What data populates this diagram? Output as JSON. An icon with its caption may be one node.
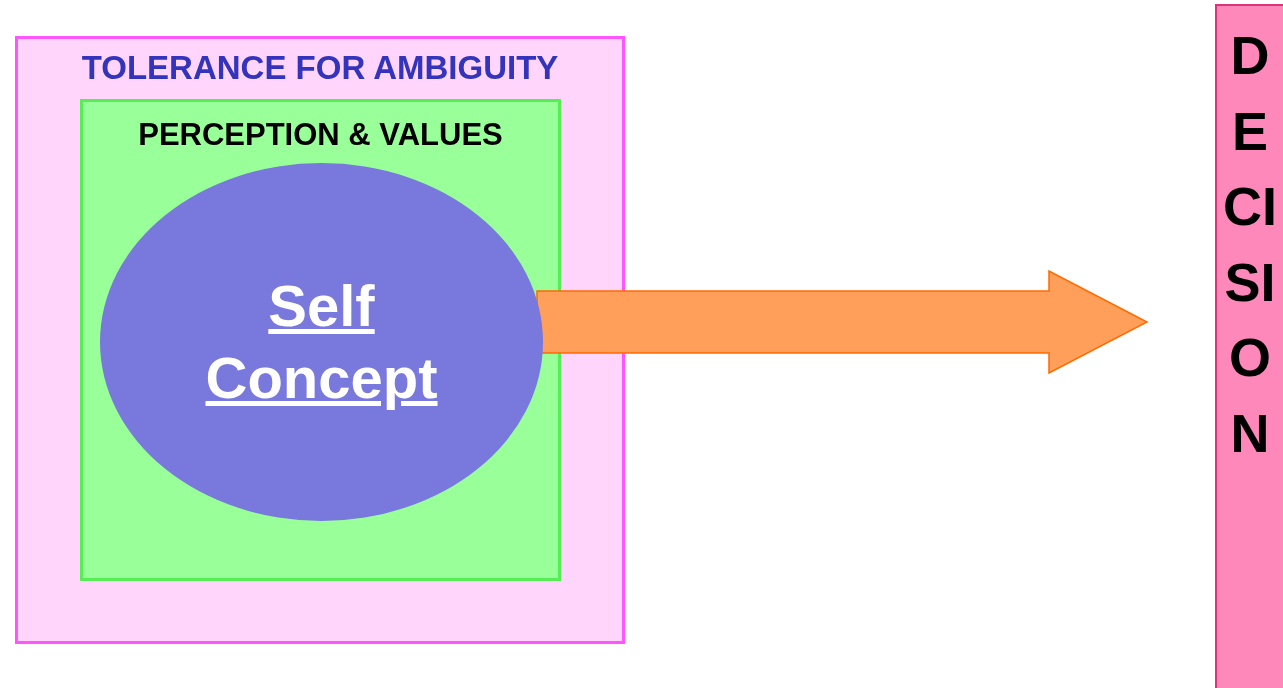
{
  "diagram": {
    "nodes": [
      {
        "text": [
          "TOLERANCE FOR AMBIGUITY"
        ]
      },
      {
        "text": [
          "PERCEPTION & VALUES"
        ],
        "in": 0
      },
      {
        "text": [
          "Self Concept"
        ],
        "in": 1
      },
      {
        "text": [
          "DECISION"
        ]
      }
    ],
    "edges": [
      {
        "from": 2,
        "to": 3,
        "arrow": "to",
        "style": "thick",
        "color": "#ff9f5a"
      }
    ]
  }
}
